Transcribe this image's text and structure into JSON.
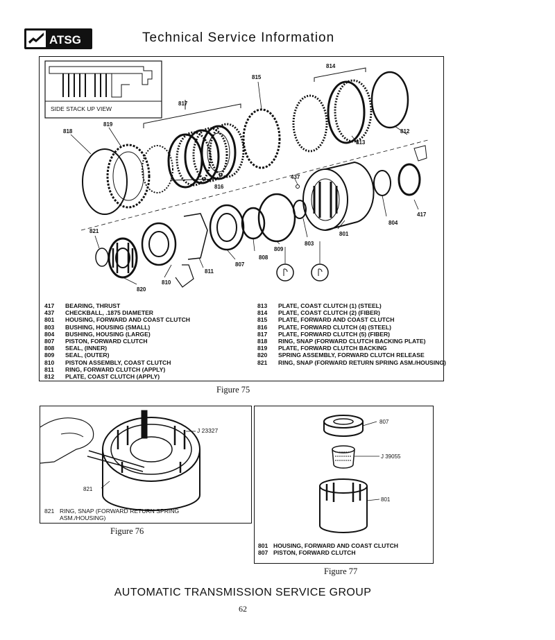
{
  "header": {
    "logo_text": "ATSG",
    "title": "Technical Service Information"
  },
  "figure75": {
    "caption": "Figure 75",
    "side_view_label": "SIDE STACK UP VIEW",
    "callouts": [
      "814",
      "815",
      "817",
      "812",
      "813",
      "818",
      "819",
      "816",
      "437",
      "417",
      "804",
      "821",
      "801",
      "803",
      "809",
      "808",
      "807",
      "811",
      "810",
      "820"
    ],
    "legend_left": [
      {
        "num": "417",
        "text": "BEARING, THRUST"
      },
      {
        "num": "437",
        "text": "CHECKBALL, .1875 DIAMETER"
      },
      {
        "num": "801",
        "text": "HOUSING, FORWARD AND COAST CLUTCH"
      },
      {
        "num": "803",
        "text": "BUSHING, HOUSING (SMALL)"
      },
      {
        "num": "804",
        "text": "BUSHING, HOUSING (LARGE)"
      },
      {
        "num": "807",
        "text": "PISTON, FORWARD CLUTCH"
      },
      {
        "num": "808",
        "text": "SEAL, (INNER)"
      },
      {
        "num": "809",
        "text": "SEAL, (OUTER)"
      },
      {
        "num": "810",
        "text": "PISTON ASSEMBLY, COAST CLUTCH"
      },
      {
        "num": "811",
        "text": "RING, FORWARD CLUTCH (APPLY)"
      },
      {
        "num": "812",
        "text": "PLATE, COAST CLUTCH (APPLY)"
      }
    ],
    "legend_right": [
      {
        "num": "813",
        "text": "PLATE, COAST CLUTCH (1) (STEEL)"
      },
      {
        "num": "814",
        "text": "PLATE, COAST CLUTCH (2) (FIBER)"
      },
      {
        "num": "815",
        "text": "PLATE, FORWARD AND COAST CLUTCH"
      },
      {
        "num": "816",
        "text": "PLATE, FORWARD CLUTCH (4) (STEEL)"
      },
      {
        "num": "817",
        "text": "PLATE, FORWARD CLUTCH (5) (FIBER)"
      },
      {
        "num": "818",
        "text": "RING, SNAP (FORWARD CLUTCH BACKING PLATE)"
      },
      {
        "num": "819",
        "text": "PLATE, FORWARD CLUTCH BACKING"
      },
      {
        "num": "820",
        "text": "SPRING ASSEMBLY, FORWARD CLUTCH RELEASE"
      },
      {
        "num": "821",
        "text": "RING, SNAP (FORWARD RETURN SPRING ASM./HOUSING)"
      }
    ]
  },
  "figure76": {
    "caption": "Figure 76",
    "tool_label": "J 23327",
    "part_label": "821",
    "legend_num": "821",
    "legend_line1": "RING, SNAP (FORWARD RETURN SPRING",
    "legend_line2": "ASM./HOUSING)"
  },
  "figure77": {
    "caption": "Figure 77",
    "labels": [
      "807",
      "J 39055",
      "801"
    ],
    "legend": [
      {
        "num": "801",
        "text": "HOUSING, FORWARD AND COAST CLUTCH"
      },
      {
        "num": "807",
        "text": "PISTON, FORWARD CLUTCH"
      }
    ]
  },
  "footer": {
    "org": "AUTOMATIC TRANSMISSION SERVICE GROUP",
    "page_number": "62"
  }
}
